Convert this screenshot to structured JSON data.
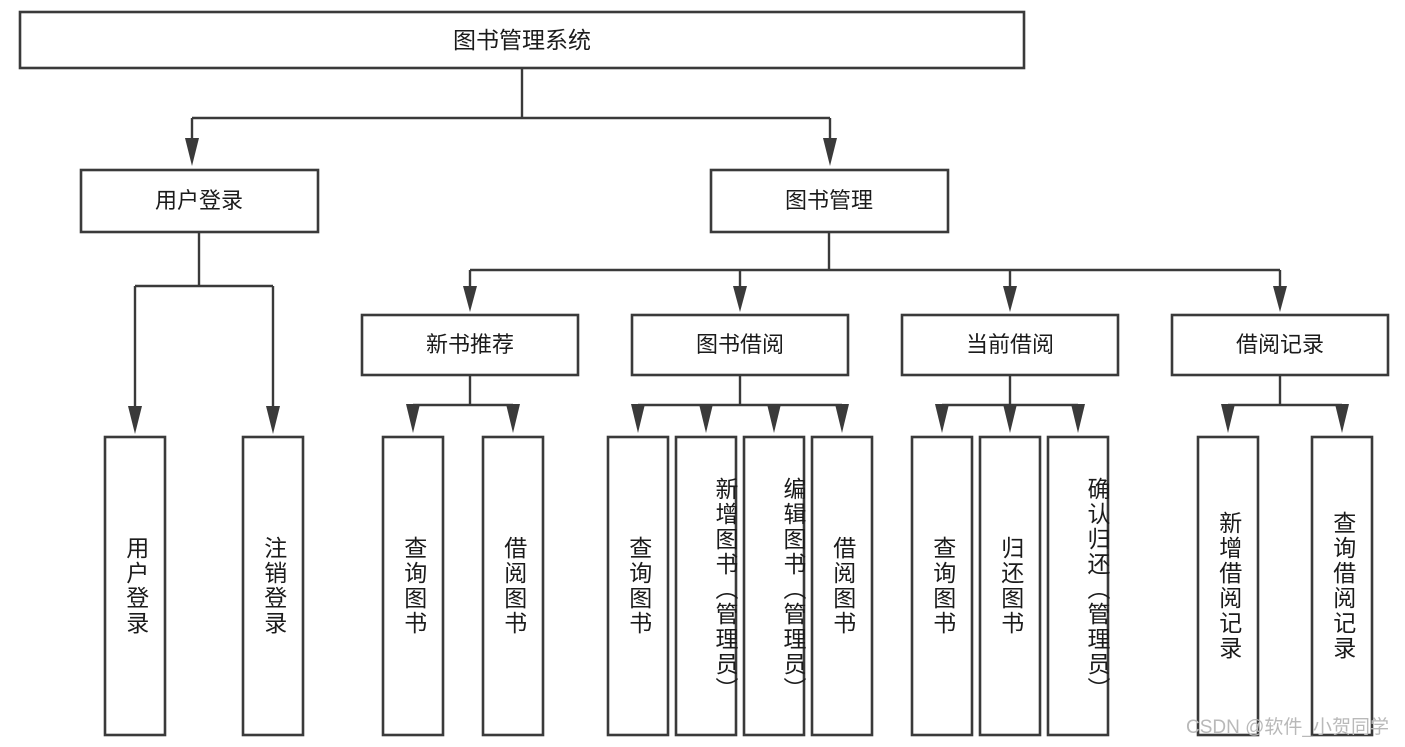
{
  "diagram": {
    "type": "hierarchy-tree",
    "title": "图书管理系统",
    "watermark": "CSDN @软件_小贺同学",
    "colors": {
      "box_stroke": "#3a3a3a",
      "box_fill": "#ffffff",
      "text": "#1b1b1b",
      "connector": "#3a3a3a",
      "watermark": "#b9b9b9",
      "background": "#ffffff"
    },
    "root": {
      "id": "root",
      "label": "图书管理系统"
    },
    "level1": [
      {
        "id": "user-login",
        "label": "用户登录"
      },
      {
        "id": "book-manage",
        "label": "图书管理"
      }
    ],
    "level2": [
      {
        "id": "new-book-recommend",
        "label": "新书推荐",
        "parent": "book-manage"
      },
      {
        "id": "book-borrow",
        "label": "图书借阅",
        "parent": "book-manage"
      },
      {
        "id": "current-borrow",
        "label": "当前借阅",
        "parent": "book-manage"
      },
      {
        "id": "borrow-record",
        "label": "借阅记录",
        "parent": "book-manage"
      }
    ],
    "leaves": {
      "user-login": [
        {
          "id": "leaf-user-login",
          "label": "用户登录"
        },
        {
          "id": "leaf-user-logout",
          "label": "注销登录"
        }
      ],
      "new-book-recommend": [
        {
          "id": "leaf-query-book-1",
          "label": "查询图书"
        },
        {
          "id": "leaf-borrow-book-1",
          "label": "借阅图书"
        }
      ],
      "book-borrow": [
        {
          "id": "leaf-query-book-2",
          "label": "查询图书"
        },
        {
          "id": "leaf-add-book",
          "label": "新增图书（管理员）"
        },
        {
          "id": "leaf-edit-book",
          "label": "编辑图书（管理员）"
        },
        {
          "id": "leaf-borrow-book-2",
          "label": "借阅图书"
        }
      ],
      "current-borrow": [
        {
          "id": "leaf-query-book-3",
          "label": "查询图书"
        },
        {
          "id": "leaf-return-book",
          "label": "归还图书"
        },
        {
          "id": "leaf-confirm-return",
          "label": "确认归还（管理员）"
        }
      ],
      "borrow-record": [
        {
          "id": "leaf-add-record",
          "label": "新增借阅记录"
        },
        {
          "id": "leaf-query-record",
          "label": "查询借阅记录"
        }
      ]
    }
  }
}
